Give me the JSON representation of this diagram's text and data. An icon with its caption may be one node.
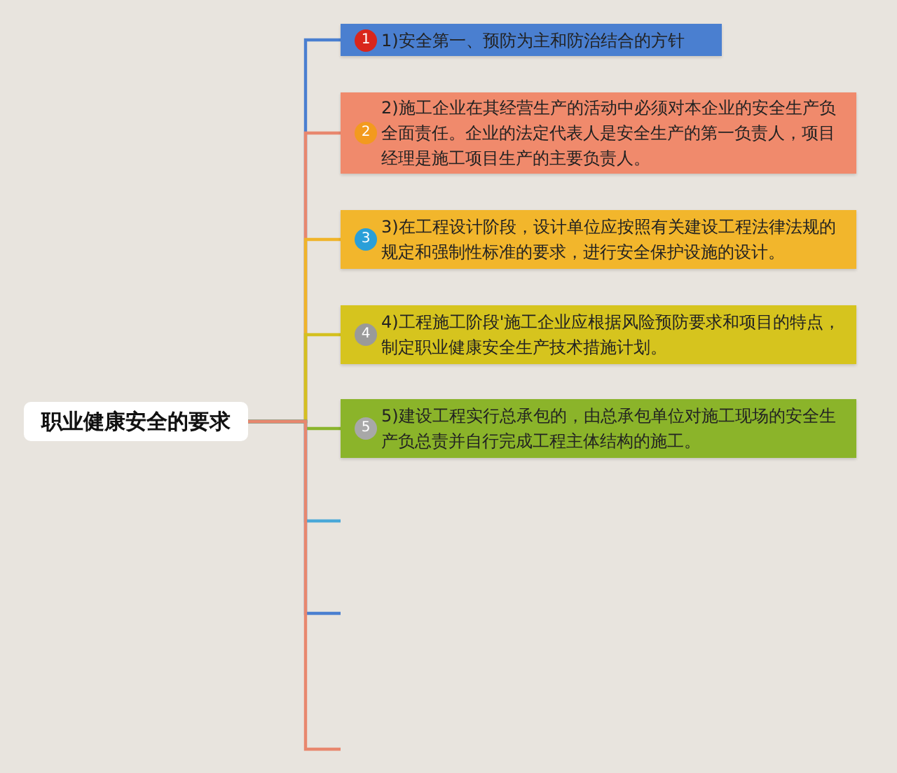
{
  "diagram": {
    "nodes": [
      {
        "text": [
          "职业健康安全的要求"
        ]
      },
      {
        "text": [
          "1)安全第一、预防为主和防治结合的方针"
        ]
      },
      {
        "text": [
          "1"
        ],
        "in": 1
      },
      {
        "text": [
          "2)施工企业在其经营生产的活动中必须对本企业的安全生产负全面责任。企业的法定代表人是安全生产的第一负责人，项目经理是施工项目生产的主要负责人。"
        ]
      },
      {
        "text": [
          "2"
        ],
        "in": 3
      },
      {
        "text": [
          "3)在工程设计阶段，设计单位应按照有关建设工程法律法规的规定和强制性标准的要求，进行安全保护设施的设计。"
        ]
      },
      {
        "text": [
          "3"
        ],
        "in": 5
      },
      {
        "text": [
          "4)工程施工阶段'施工企业应根据风险预防要求和项目的特点，制定职业健康安全生产技术措施计划。"
        ]
      },
      {
        "text": [
          "4"
        ],
        "in": 7
      },
      {
        "text": [
          "5)建设工程实行总承包的，由总承包单位对施工现场的安全生产负总责并自行完成工程主体结构的施工。"
        ]
      },
      {
        "text": [
          "5"
        ],
        "in": 9
      }
    ],
    "edges": [
      {
        "from": 0,
        "to": 1,
        "arrow": "none",
        "color": "#4a7fd0"
      },
      {
        "from": 0,
        "to": 3,
        "arrow": "none",
        "color": "#e8876e"
      },
      {
        "from": 0,
        "to": 5,
        "arrow": "none",
        "color": "#f0b429"
      },
      {
        "from": 0,
        "to": 7,
        "arrow": "none",
        "color": "#d4c020"
      },
      {
        "from": 0,
        "to": 9,
        "arrow": "none",
        "color": "#8ab42c"
      },
      {
        "from": 0,
        "to": null,
        "arrow": "none",
        "color": "#4aa8d8"
      },
      {
        "from": 0,
        "to": null,
        "arrow": "none",
        "color": "#4a7fd0"
      },
      {
        "from": 0,
        "to": null,
        "arrow": "none",
        "color": "#e8876e"
      }
    ]
  }
}
